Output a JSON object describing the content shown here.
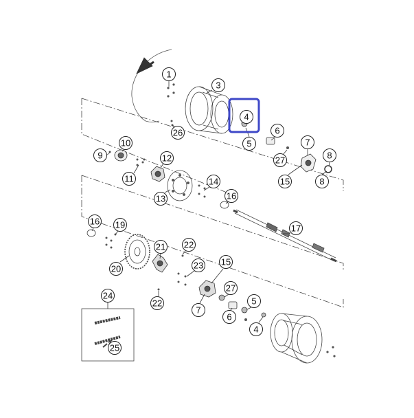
{
  "diagram": {
    "callouts": [
      {
        "id": "c1",
        "label": "1"
      },
      {
        "id": "c3",
        "label": "3"
      },
      {
        "id": "c4",
        "label": "4"
      },
      {
        "id": "c5a",
        "label": "5"
      },
      {
        "id": "c6a",
        "label": "6"
      },
      {
        "id": "c7a",
        "label": "7"
      },
      {
        "id": "c8a",
        "label": "8"
      },
      {
        "id": "c8b",
        "label": "8"
      },
      {
        "id": "c9",
        "label": "9"
      },
      {
        "id": "c10",
        "label": "10"
      },
      {
        "id": "c11",
        "label": "11"
      },
      {
        "id": "c12",
        "label": "12"
      },
      {
        "id": "c13",
        "label": "13"
      },
      {
        "id": "c14",
        "label": "14"
      },
      {
        "id": "c15a",
        "label": "15"
      },
      {
        "id": "c16a",
        "label": "16"
      },
      {
        "id": "c16b",
        "label": "16"
      },
      {
        "id": "c17",
        "label": "17"
      },
      {
        "id": "c19",
        "label": "19"
      },
      {
        "id": "c20",
        "label": "20"
      },
      {
        "id": "c21",
        "label": "21"
      },
      {
        "id": "c22a",
        "label": "22"
      },
      {
        "id": "c22b",
        "label": "22"
      },
      {
        "id": "c23",
        "label": "23"
      },
      {
        "id": "c15b",
        "label": "15"
      },
      {
        "id": "c27a",
        "label": "27"
      },
      {
        "id": "c27b",
        "label": "27"
      },
      {
        "id": "c7b",
        "label": "7"
      },
      {
        "id": "c6b",
        "label": "6"
      },
      {
        "id": "c5b",
        "label": "5"
      },
      {
        "id": "c4b",
        "label": "4"
      },
      {
        "id": "c24",
        "label": "24"
      },
      {
        "id": "c25",
        "label": "25"
      },
      {
        "id": "c26",
        "label": "26"
      }
    ],
    "highlight": {
      "callout": "c4",
      "color": "#3f48c8"
    }
  }
}
